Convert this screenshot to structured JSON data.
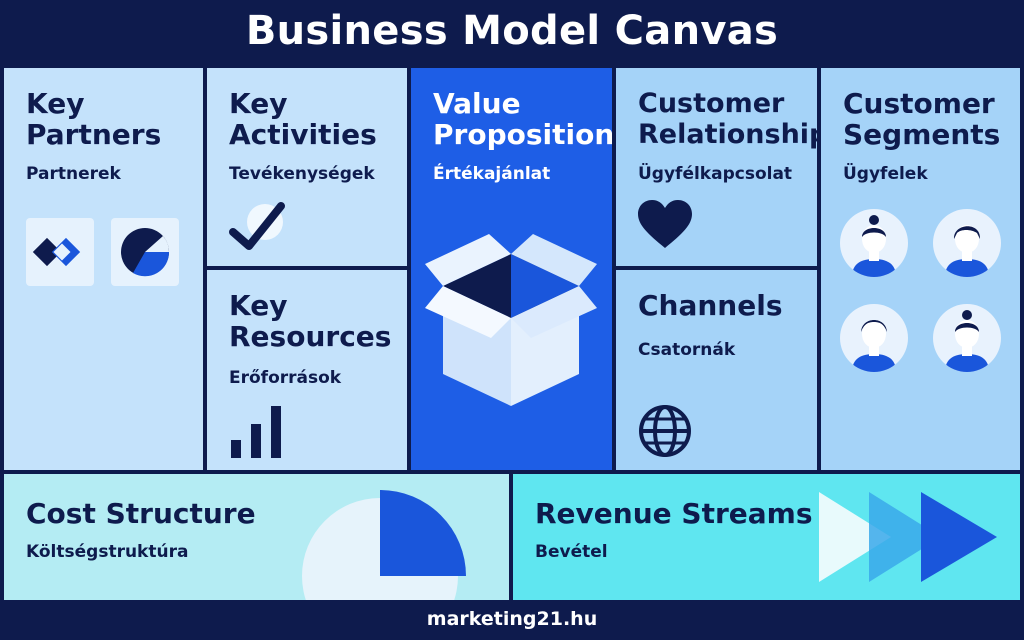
{
  "title": "Business Model Canvas",
  "footer": "marketing21.hu",
  "blocks": {
    "key_partners": {
      "title": "Key Partners",
      "subtitle": "Partnerek"
    },
    "key_activities": {
      "title": "Key Activities",
      "subtitle": "Tevékenységek"
    },
    "key_resources": {
      "title": "Key Resources",
      "subtitle": "Erőforrások"
    },
    "value_proposition": {
      "title": "Value Proposition",
      "subtitle": "Értékajánlat"
    },
    "customer_relationship": {
      "title": "Customer Relationship",
      "subtitle": "Ügyfélkapcsolat"
    },
    "channels": {
      "title": "Channels",
      "subtitle": "Csatornák"
    },
    "customer_segments": {
      "title": "Customer Segments",
      "subtitle": "Ügyfelek"
    },
    "cost_structure": {
      "title": "Cost Structure",
      "subtitle": "Költségstruktúra"
    },
    "revenue_streams": {
      "title": "Revenue Streams",
      "subtitle": "Bevétel"
    }
  },
  "colors": {
    "background": "#0e1b4d",
    "light_block": "#c4e2fb",
    "mid_block": "#a5d3f8",
    "accent_block": "#1e5ee6",
    "cost_block": "#b4ecf3",
    "revenue_block": "#5fe6f0",
    "icon_dark": "#0e1b4d",
    "icon_blue": "#1a56db"
  },
  "icons": {
    "key_partners": [
      "diamond-logo-icon",
      "circle-logo-icon"
    ],
    "key_activities": "checkmark-icon",
    "key_resources": "bar-chart-icon",
    "value_proposition": "open-box-icon",
    "customer_relationship": "heart-icon",
    "channels": "globe-icon",
    "customer_segments": [
      "woman-avatar-icon",
      "man-avatar-icon",
      "man-avatar-icon",
      "woman-avatar-icon"
    ],
    "cost_structure": "pie-chart-icon",
    "revenue_streams": "fast-forward-arrows-icon"
  }
}
